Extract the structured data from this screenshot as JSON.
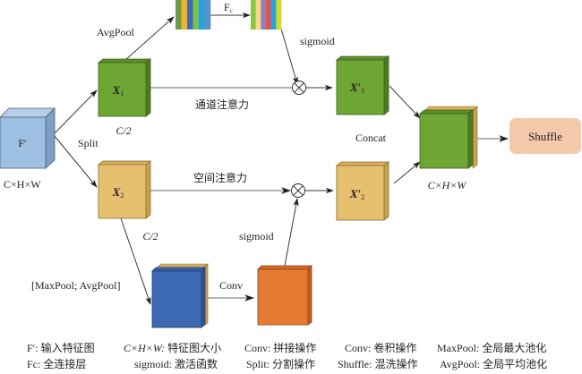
{
  "diagram": {
    "colors": {
      "input_block": "#9dbfe2",
      "x1_block": "#6ea634",
      "x2_block": "#e6c06f",
      "pool_block": "#3d6ab2",
      "conv_block": "#e67a33",
      "shuffle_box": "#f4c8aa",
      "channel_strip_1": [
        "#6f9a4a",
        "#f2b32a",
        "#3f6db3",
        "#7fbf4f",
        "#22a3de",
        "#5b90c9"
      ],
      "channel_strip_2": [
        "#8cc63f",
        "#f5d98e",
        "#9b7db8",
        "#e2534f",
        "#22a3de",
        "#d7d82a"
      ]
    },
    "nodes": {
      "input": {
        "label": "F′",
        "size": "C×H×W"
      },
      "x1": {
        "label_main": "X",
        "label_sub": "1",
        "size": "C/2"
      },
      "x2": {
        "label_main": "X",
        "label_sub": "2",
        "size": "C/2"
      },
      "x1_out": {
        "label_main": "X′",
        "label_sub": "1"
      },
      "x2_out": {
        "label_main": "X′",
        "label_sub": "2"
      },
      "concat": {
        "label": "Concat",
        "size": "C×H×W"
      },
      "shuffle": {
        "label": "Shuffle"
      }
    },
    "edges": {
      "split": "Split",
      "avgpool": "AvgPool",
      "fc": "F",
      "fc_sub": "c",
      "sigmoid_top": "sigmoid",
      "sigmoid_bottom": "sigmoid",
      "channel_attention": "通道注意力",
      "spatial_attention": "空间注意力",
      "pooling": "[MaxPool; AvgPool]",
      "conv": "Conv"
    },
    "operators": {
      "multiply_symbol": "⊗"
    },
    "legend": [
      {
        "key": "F′:",
        "desc": "输入特征图"
      },
      {
        "key": "Fc:",
        "desc": "全连接层"
      },
      {
        "key": "C×H×W:",
        "desc": "特征图大小"
      },
      {
        "key": "sigmoid:",
        "desc": "激活函数"
      },
      {
        "key": "Conv:",
        "desc": "拼接操作"
      },
      {
        "key": "Split:",
        "desc": "分割操作"
      },
      {
        "key": "Conv:",
        "desc": "卷积操作"
      },
      {
        "key": "Shuffle:",
        "desc": "混洗操作"
      },
      {
        "key": "MaxPool:",
        "desc": "全局最大池化"
      },
      {
        "key": "AvgPool:",
        "desc": "全局平均池化"
      }
    ]
  }
}
